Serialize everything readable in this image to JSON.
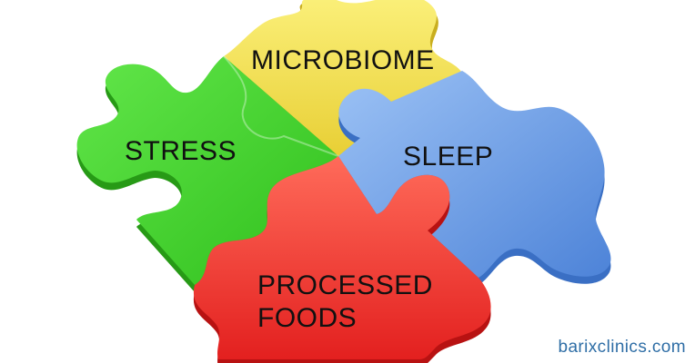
{
  "labels": {
    "microbiome": "MICROBIOME",
    "stress": "STRESS",
    "sleep": "SLEEP",
    "processed_line1": "PROCESSED",
    "processed_line2": "FOODS"
  },
  "watermark": "barixclinics.com",
  "colors": {
    "yellow_piece": "#f4e35a",
    "green_piece": "#3fd12a",
    "blue_piece": "#6e9fe6",
    "red_piece": "#f23b3b",
    "watermark_text": "#2f6ea6"
  }
}
